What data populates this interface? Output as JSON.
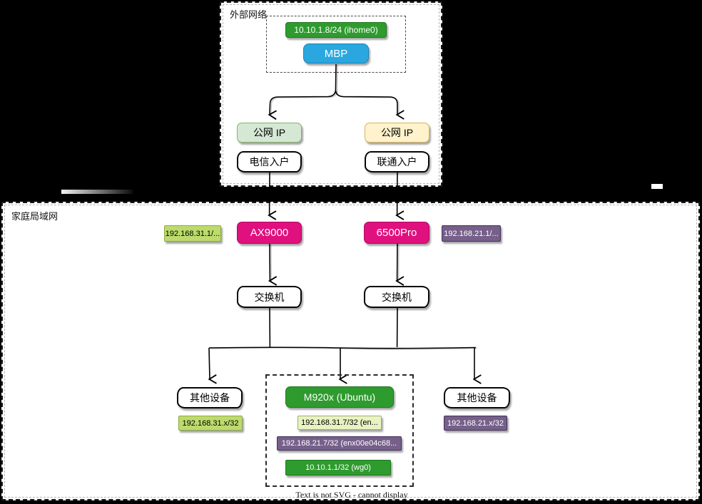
{
  "diagram": {
    "external_network": {
      "label": "外部网络",
      "mbp_group": {
        "interface_label": "10.10.1.8/24 (ihome0)",
        "device_label": "MBP"
      },
      "wan_telecom": {
        "label": "公网 IP"
      },
      "wan_unicom": {
        "label": "公网 IP"
      },
      "telecom_entry": {
        "label": "电信入户"
      },
      "unicom_entry": {
        "label": "联通入户"
      }
    },
    "home_lan": {
      "label": "家庭局域网",
      "router_left": {
        "label": "AX9000",
        "ip_label": "192.168.31.1/..."
      },
      "router_right": {
        "label": "6500Pro",
        "ip_label": "192.168.21.1/..."
      },
      "switch_left": {
        "label": "交换机"
      },
      "switch_right": {
        "label": "交换机"
      },
      "other_devices_left": {
        "label": "其他设备",
        "ip_label": "192.168.31.x/32"
      },
      "other_devices_right": {
        "label": "其他设备",
        "ip_label": "192.168.21.x/32"
      },
      "server_group": {
        "device_label": "M920x (Ubuntu)",
        "ip_labels": [
          "192.168.31.7/32 (en...",
          "192.168.21.7/32 (enx00e04c68...",
          "10.10.1.1/32 (wg0)"
        ]
      }
    },
    "footer_note": "Text is not SVG - cannot display",
    "colors": {
      "background": "#000000",
      "canvas": "#ffffff",
      "green_node": "#2E9B2E",
      "blue_node": "#2AA7DF",
      "pink_node": "#E0107E",
      "purple_label": "#76608A",
      "lime_label": "#BCDB6C",
      "pale_green_label": "#E8F2C2",
      "light_green_node": "#D5E8D4",
      "light_yellow_node": "#FFF2CC"
    }
  }
}
